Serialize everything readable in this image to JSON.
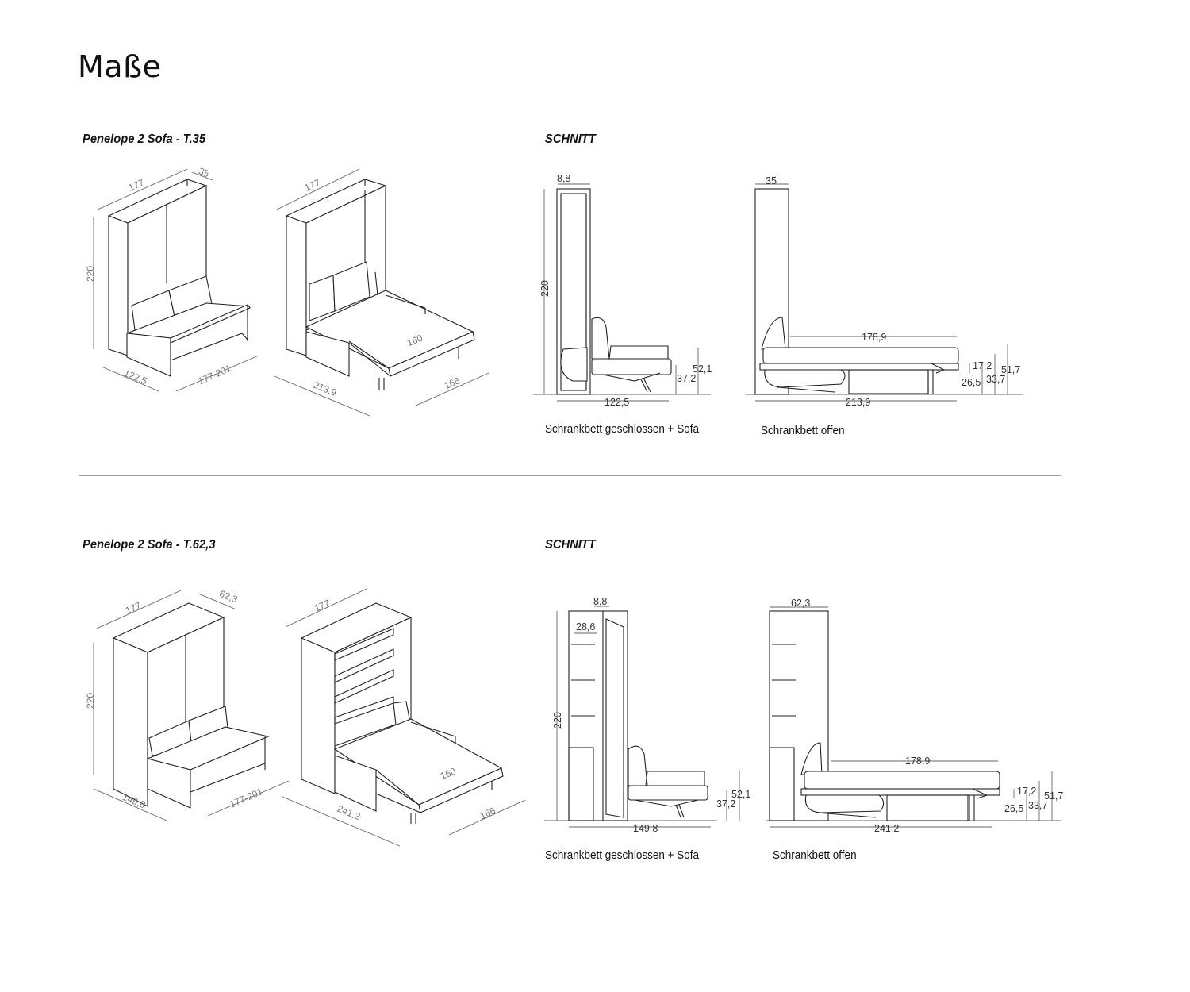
{
  "page": {
    "title": "Maße"
  },
  "sections": [
    {
      "title": "Penelope 2 Sofa - T.35",
      "schnitt_title": "SCHNITT",
      "iso_closed": {
        "width": "177",
        "depth": "35",
        "height": "220",
        "footprint_depth": "122,5",
        "footprint_width": "177-201"
      },
      "iso_open": {
        "width": "177",
        "bed": "160",
        "length": "213,9",
        "footprint_width": "166"
      },
      "section_closed": {
        "panel": "8,8",
        "height": "220",
        "seat_top": "52,1",
        "seat": "37,2",
        "length": "122,5",
        "caption": "Schrankbett geschlossen + Sofa"
      },
      "section_open": {
        "depth": "35",
        "bed_length": "178,9",
        "d1": "17,2",
        "d2": "26,5",
        "d3": "33,7",
        "d4": "51,7",
        "length": "213,9",
        "caption": "Schrankbett offen"
      }
    },
    {
      "title": "Penelope 2 Sofa - T.62,3",
      "schnitt_title": "SCHNITT",
      "iso_closed": {
        "width": "177",
        "depth": "62,3",
        "height": "220",
        "footprint_depth": "149,8",
        "footprint_width": "177-201"
      },
      "iso_open": {
        "width": "177",
        "bed": "160",
        "length": "241,2",
        "footprint_width": "166"
      },
      "section_closed": {
        "panel": "8,8",
        "shelf": "28,6",
        "height": "220",
        "seat_top": "52,1",
        "seat": "37,2",
        "length": "149,8",
        "caption": "Schrankbett geschlossen + Sofa"
      },
      "section_open": {
        "depth": "62,3",
        "bed_length": "178,9",
        "d1": "17,2",
        "d2": "26,5",
        "d3": "33,7",
        "d4": "51,7",
        "length": "241,2",
        "caption": "Schrankbett offen"
      }
    }
  ]
}
